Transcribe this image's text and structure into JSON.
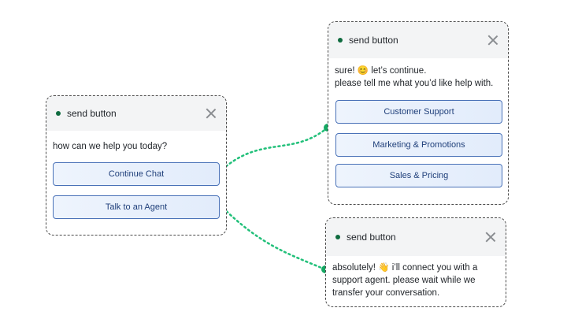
{
  "cards": {
    "main": {
      "title": "send button",
      "message": "how can we help you today?",
      "options": [
        "Continue Chat",
        "Talk to an Agent"
      ]
    },
    "continue": {
      "title": "send button",
      "message_line1": "sure! 😊 let’s continue.",
      "message_line2": "please tell me what you’d like help with.",
      "options": [
        "Customer Support",
        "Marketing & Promotions",
        "Sales & Pricing"
      ]
    },
    "agent": {
      "title": "send button",
      "message_line1": "absolutely! 👋 i’ll connect you with a",
      "message_line2": "support agent. please wait while we",
      "message_line3": "transfer your conversation."
    }
  },
  "colors": {
    "connector": "#22c07a",
    "connector_node": "#14a862",
    "status_dot": "#0f6b3f",
    "option_border": "#4a72b8",
    "option_text": "#1f3f7a"
  }
}
